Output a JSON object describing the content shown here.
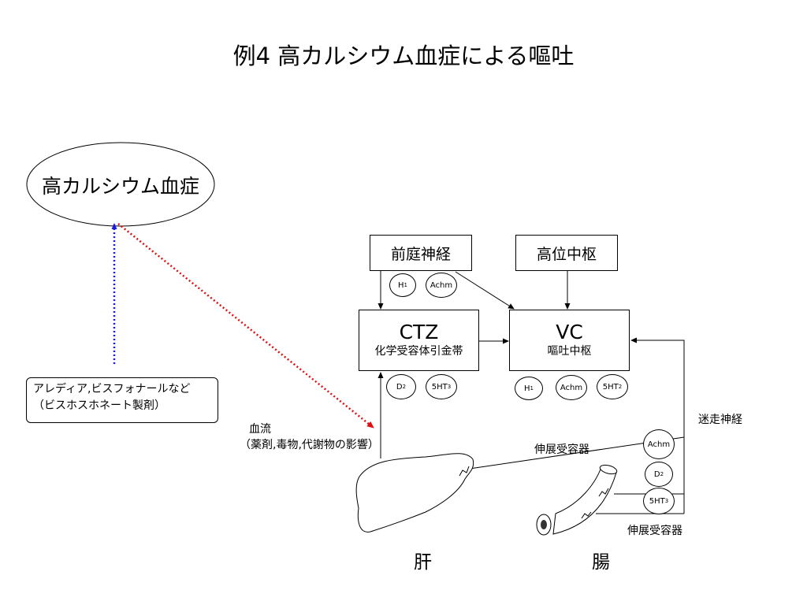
{
  "title": "例4 高カルシウム血症による嘔吐",
  "cause": "高カルシウム血症",
  "drug": {
    "line1": "アレディア,ビスフォナールなど",
    "line2": "（ビスホスホネート製剤）"
  },
  "blood": {
    "line1": "血流",
    "line2": "（薬剤,毒物,代謝物の影響）"
  },
  "vestibular": "前庭神経",
  "higher_center": "高位中枢",
  "ctz": {
    "abbr": "CTZ",
    "full": "化学受容体引金帯"
  },
  "vc": {
    "abbr": "VC",
    "full": "嘔吐中枢"
  },
  "receptors": {
    "vestibular": [
      {
        "name": "H",
        "sub": "1"
      },
      {
        "name": "Achm",
        "sub": ""
      }
    ],
    "ctz": [
      {
        "name": "D",
        "sub": "2"
      },
      {
        "name": "5HT",
        "sub": "3"
      }
    ],
    "vc": [
      {
        "name": "H",
        "sub": "1"
      },
      {
        "name": "Achm",
        "sub": ""
      },
      {
        "name": "5HT",
        "sub": "2"
      }
    ],
    "vagus": [
      {
        "name": "Achm",
        "sub": ""
      },
      {
        "name": "D",
        "sub": "2"
      },
      {
        "name": "5HT",
        "sub": "3"
      }
    ]
  },
  "vagus_nerve": "迷走神経",
  "stretch_receptor_liver": "伸展受容器",
  "stretch_receptor_gut": "伸展受容器",
  "liver": "肝",
  "intestine": "腸",
  "colors": {
    "blue_arrow": "#1a1adb",
    "red_arrow": "#e01010",
    "line": "#000000"
  }
}
